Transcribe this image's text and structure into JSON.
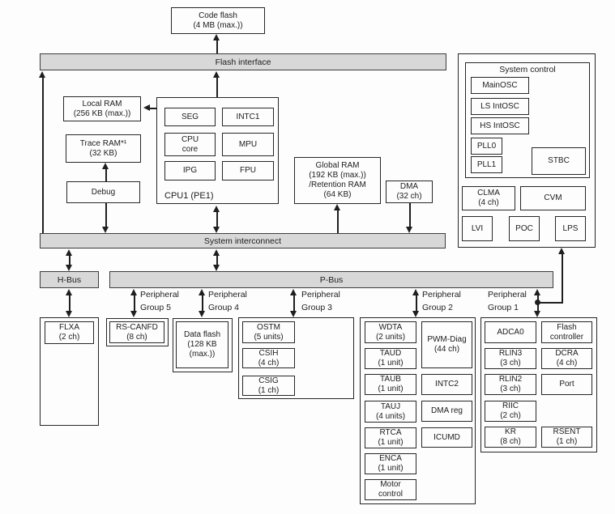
{
  "blocks": {
    "code_flash": "Code flash\n(4 MB (max.))",
    "flash_interface": "Flash interface",
    "local_ram": "Local RAM\n(256 KB (max.))",
    "trace_ram": "Trace RAM*¹\n(32 KB)",
    "debug": "Debug",
    "global_ram": "Global RAM\n(192 KB (max.))\n/Retention RAM\n(64 KB)",
    "dma": "DMA\n(32 ch)",
    "system_interconnect": "System interconnect",
    "h_bus": "H-Bus",
    "p_bus": "P-Bus"
  },
  "cpu": {
    "label": "CPU1 (PE1)",
    "seg": "SEG",
    "intc1": "INTC1",
    "cpu_core": "CPU\ncore",
    "mpu": "MPU",
    "ipg": "IPG",
    "fpu": "FPU"
  },
  "system_control": {
    "title": "System control",
    "main_osc": "MainOSC",
    "ls_intosc": "LS IntOSC",
    "hs_intosc": "HS IntOSC",
    "pll0": "PLL0",
    "pll1": "PLL1",
    "stbc": "STBC",
    "clma": "CLMA\n(4 ch)",
    "cvm": "CVM",
    "lvi": "LVI",
    "poc": "POC",
    "lps": "LPS"
  },
  "group_labels": {
    "g5": "Peripheral\nGroup 5",
    "g4": "Peripheral\nGroup 4",
    "g3": "Peripheral\nGroup 3",
    "g2": "Peripheral\nGroup 2",
    "g1": "Peripheral\nGroup 1"
  },
  "peripherals": {
    "flxa": "FLXA\n(2 ch)",
    "rs_canfd": "RS-CANFD\n(8 ch)",
    "data_flash": "Data flash\n(128 KB\n(max.))",
    "group3": {
      "ostm": "OSTM\n(5 units)",
      "csih": "CSIH\n(4 ch)",
      "csig": "CSIG\n(1 ch)"
    },
    "group2": {
      "wdta": "WDTA\n(2 units)",
      "taud": "TAUD\n(1 unit)",
      "taub": "TAUB\n(1 unit)",
      "tauj": "TAUJ\n(4 units)",
      "rtca": "RTCA\n(1 unit)",
      "enca": "ENCA\n(1 unit)",
      "motor": "Motor\ncontrol",
      "pwm_diag": "PWM-Diag\n(44 ch)",
      "intc2": "INTC2",
      "dma_reg": "DMA reg",
      "icumd": "ICUMD"
    },
    "group1": {
      "adca0": "ADCA0",
      "rlin3": "RLIN3\n(3 ch)",
      "rlin2": "RLIN2\n(3 ch)",
      "riic": "RIIC\n(2 ch)",
      "kr": "KR\n(8 ch)",
      "flash_controller": "Flash\ncontroller",
      "dcra": "DCRA\n(4 ch)",
      "port": "Port",
      "rsent": "RSENT\n(1 ch)"
    }
  },
  "colors": {
    "bus_fill": "#d8d8d8",
    "line": "#1f1f1f",
    "background": "#fdfdfd"
  }
}
